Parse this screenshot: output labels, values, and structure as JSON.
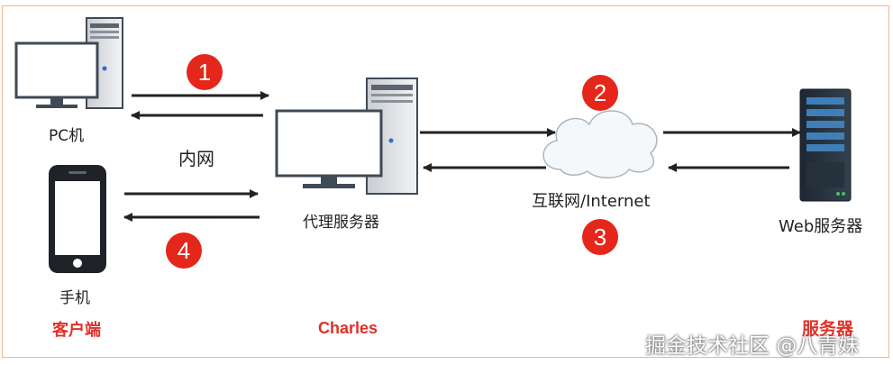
{
  "nodes": {
    "pc": "PC机",
    "phone": "手机",
    "proxy": "代理服务器",
    "internet": "互联网/Internet",
    "web": "Web服务器"
  },
  "zones": {
    "intranet": "内网",
    "client": "客户端",
    "charles": "Charles",
    "server": "服务器"
  },
  "steps": [
    "1",
    "2",
    "3",
    "4"
  ],
  "watermark": "掘金技术社区 @八青妹",
  "colors": {
    "step": "#e5261b",
    "zone_label": "#e0312a",
    "arrow": "#222222"
  },
  "icons": [
    "desktop-pc-icon",
    "mobile-phone-icon",
    "proxy-server-icon",
    "internet-cloud-icon",
    "web-server-rack-icon"
  ]
}
